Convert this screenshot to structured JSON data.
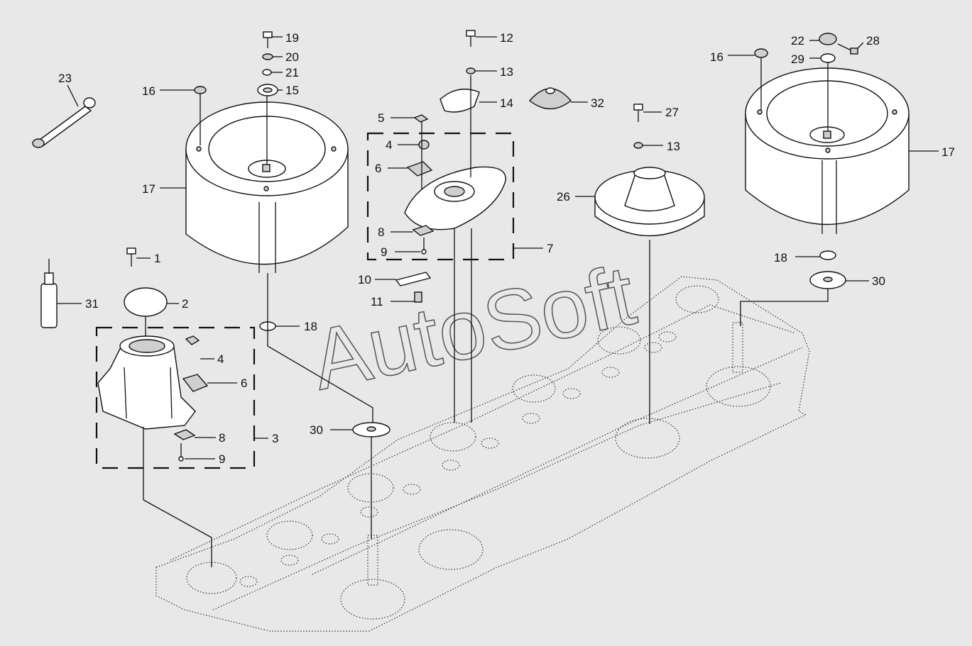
{
  "watermark": "AutoSoft",
  "callouts": {
    "c1": "1",
    "c2": "2",
    "c3": "3",
    "c4a": "4",
    "c4b": "4",
    "c5": "5",
    "c6a": "6",
    "c6b": "6",
    "c7": "7",
    "c8a": "8",
    "c8b": "8",
    "c9a": "9",
    "c9b": "9",
    "c10": "10",
    "c11": "11",
    "c12": "12",
    "c13a": "13",
    "c13b": "13",
    "c14": "14",
    "c15": "15",
    "c16a": "16",
    "c16b": "16",
    "c17a": "17",
    "c17b": "17",
    "c18a": "18",
    "c18b": "18",
    "c19": "19",
    "c20": "20",
    "c21": "21",
    "c22": "22",
    "c23": "23",
    "c26": "26",
    "c27": "27",
    "c28": "28",
    "c29": "29",
    "c30a": "30",
    "c30b": "30",
    "c31": "31",
    "c32": "32"
  }
}
